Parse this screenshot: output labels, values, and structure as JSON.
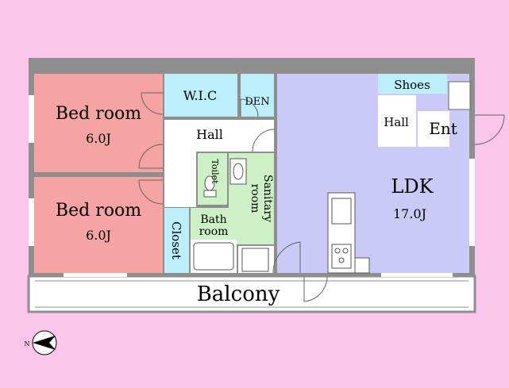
{
  "rooms": {
    "bedroom_top": {
      "name": "Bed room",
      "size": "6.0J"
    },
    "bedroom_bottom": {
      "name": "Bed room",
      "size": "6.0J"
    },
    "wic": "W.I.C",
    "den": "DEN",
    "hall_center": "Hall",
    "toilet": "Toilet",
    "sanitary": [
      "Sanitary",
      "room"
    ],
    "bath": [
      "Bath",
      "room"
    ],
    "closet": "Closet",
    "shoes": "Shoes",
    "hall_entry": "Hall",
    "entrance": "Ent",
    "ldk": {
      "name": "LDK",
      "size": "17.0J"
    },
    "balcony": "Balcony"
  },
  "compass": {
    "label": "N"
  },
  "colors": {
    "background": "#fbc6ea",
    "bedroom": "#f5a3a3",
    "wet_area": "#cdf0c6",
    "storage": "#bdeefb",
    "ldk": "#cbc9f5",
    "wall": "#8e8e8e"
  }
}
